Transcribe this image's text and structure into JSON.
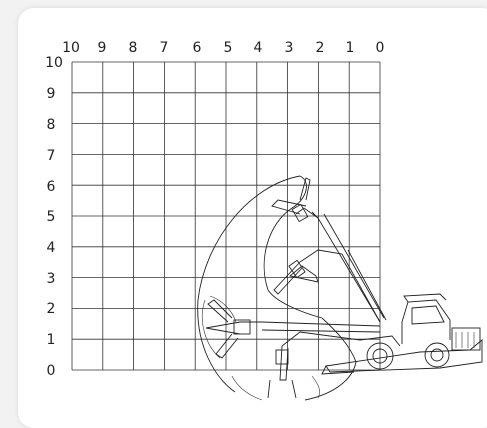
{
  "diagram": {
    "x_labels": [
      "10",
      "9",
      "8",
      "7",
      "6",
      "5",
      "4",
      "3",
      "2",
      "1",
      "0"
    ],
    "y_labels": [
      "10",
      "9",
      "8",
      "7",
      "6",
      "5",
      "4",
      "3",
      "2",
      "1",
      "0"
    ]
  }
}
